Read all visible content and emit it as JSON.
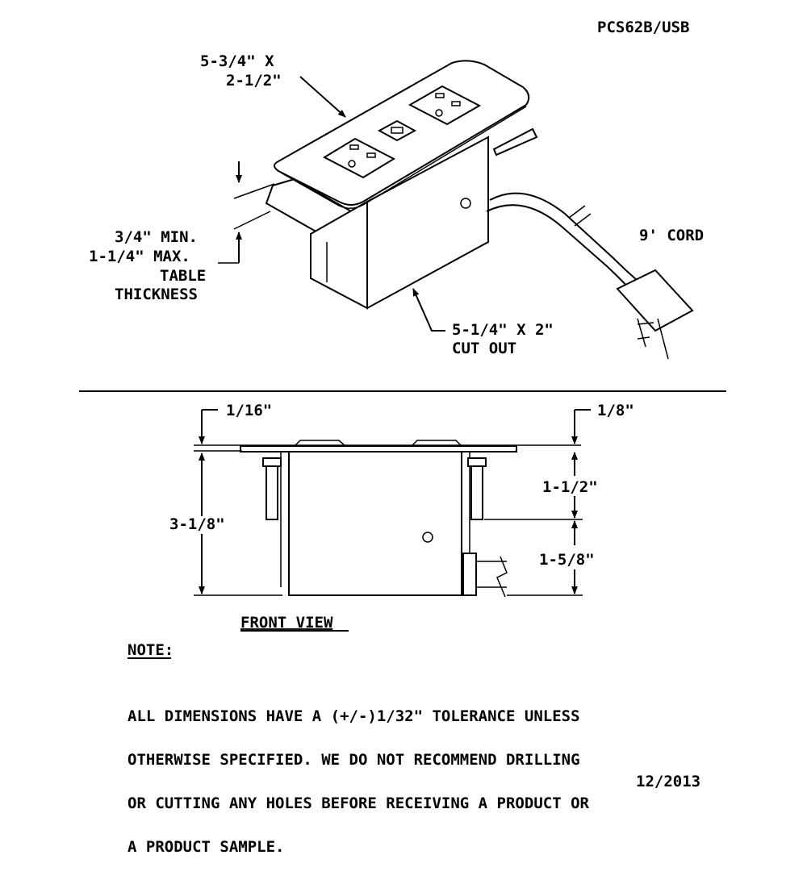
{
  "part_number": "PCS62B/USB",
  "top_view": {
    "plate_size_line1": "5-3/4\" X",
    "plate_size_line2": "2-1/2\"",
    "table_thickness": [
      "3/4\" MIN.",
      "1-1/4\" MAX.",
      "TABLE",
      "THICKNESS"
    ],
    "cutout_line1": "5-1/4\" X 2\"",
    "cutout_line2": "CUT OUT",
    "cord": "9' CORD"
  },
  "front_view": {
    "title": "FRONT VIEW",
    "dim_plate": "1/16\"",
    "dim_flange": "1/8\"",
    "dim_height": "3-1/8\"",
    "dim_upper": "1-1/2\"",
    "dim_lower": "1-5/8\""
  },
  "note": {
    "heading": "NOTE:",
    "lines": [
      "ALL DIMENSIONS HAVE A (+/-)1/32\" TOLERANCE UNLESS",
      "OTHERWISE SPECIFIED. WE DO NOT RECOMMEND DRILLING",
      "OR CUTTING ANY HOLES BEFORE RECEIVING A PRODUCT OR",
      "A PRODUCT SAMPLE."
    ]
  },
  "date": "12/2013"
}
